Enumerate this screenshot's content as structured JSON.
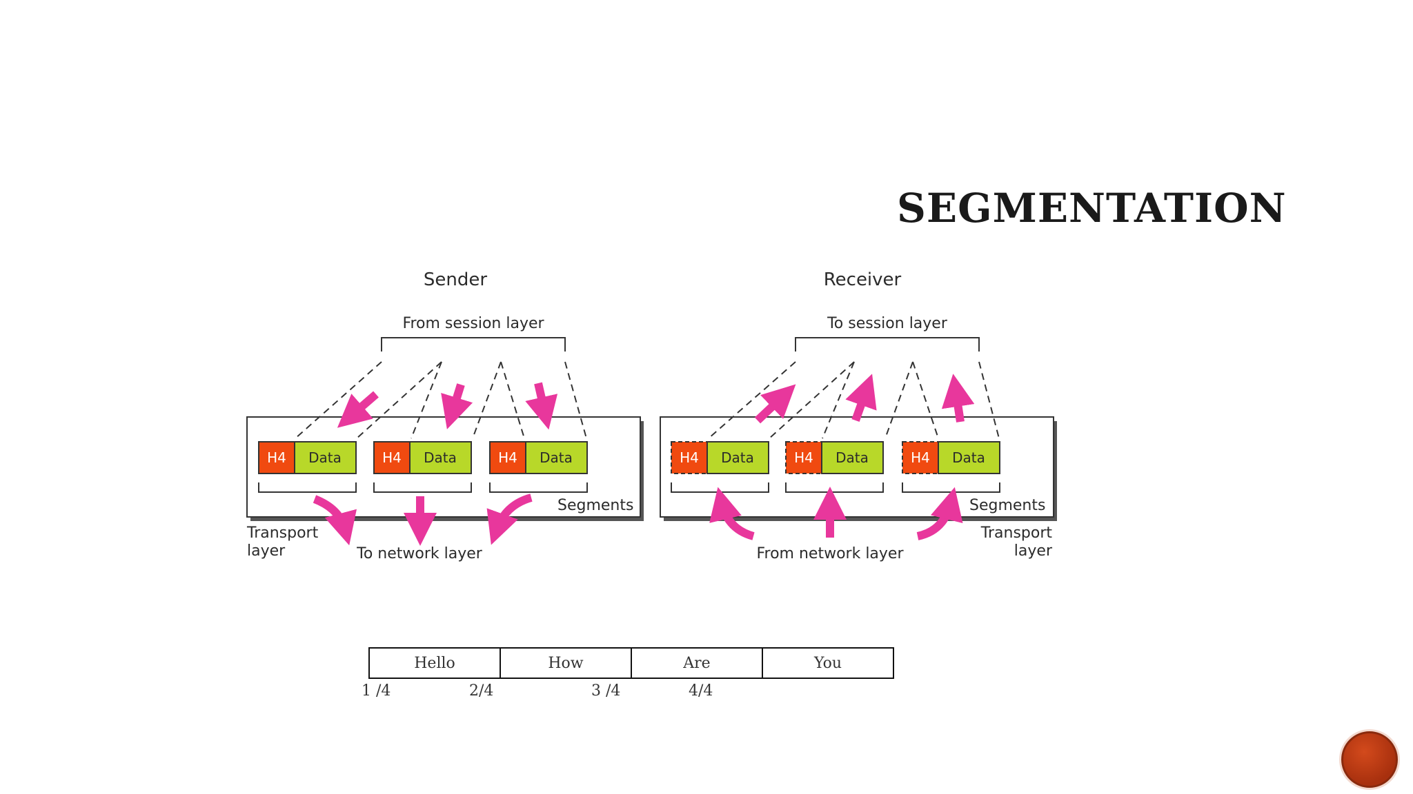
{
  "slide": {
    "title": "SEGMENTATION"
  },
  "diagram": {
    "sender": {
      "heading": "Sender",
      "top_label": "From session layer",
      "segments_label": "Segments",
      "transport_label": [
        "Transport",
        "layer"
      ],
      "bottom_label": "To network layer"
    },
    "receiver": {
      "heading": "Receiver",
      "top_label": "To session layer",
      "segments_label": "Segments",
      "transport_label": [
        "Transport",
        "layer"
      ],
      "bottom_label": "From network layer"
    },
    "header_label": "H4",
    "data_label": "Data",
    "colors": {
      "header": "#f04a10",
      "data": "#b8d829",
      "arrow": "#e8379c"
    }
  },
  "word_table": {
    "cells": [
      "Hello",
      "How",
      "Are",
      "You"
    ],
    "fractions": [
      "1 /4",
      "2/4",
      "3 /4",
      "4/4"
    ]
  },
  "nav": {
    "icon": "next-slide-icon"
  }
}
